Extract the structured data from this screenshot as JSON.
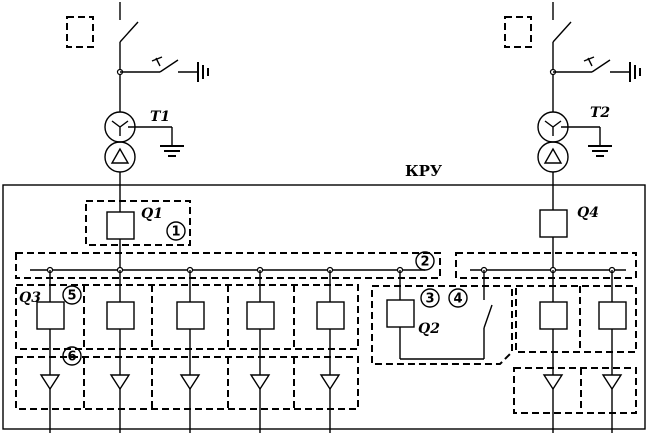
{
  "title": "КРУ",
  "transformers": {
    "t1": "T1",
    "t2": "T2"
  },
  "switches": {
    "q1": "Q1",
    "q2": "Q2",
    "q3": "Q3",
    "q4": "Q4"
  },
  "markers": [
    "1",
    "2",
    "3",
    "4",
    "5",
    "6"
  ]
}
